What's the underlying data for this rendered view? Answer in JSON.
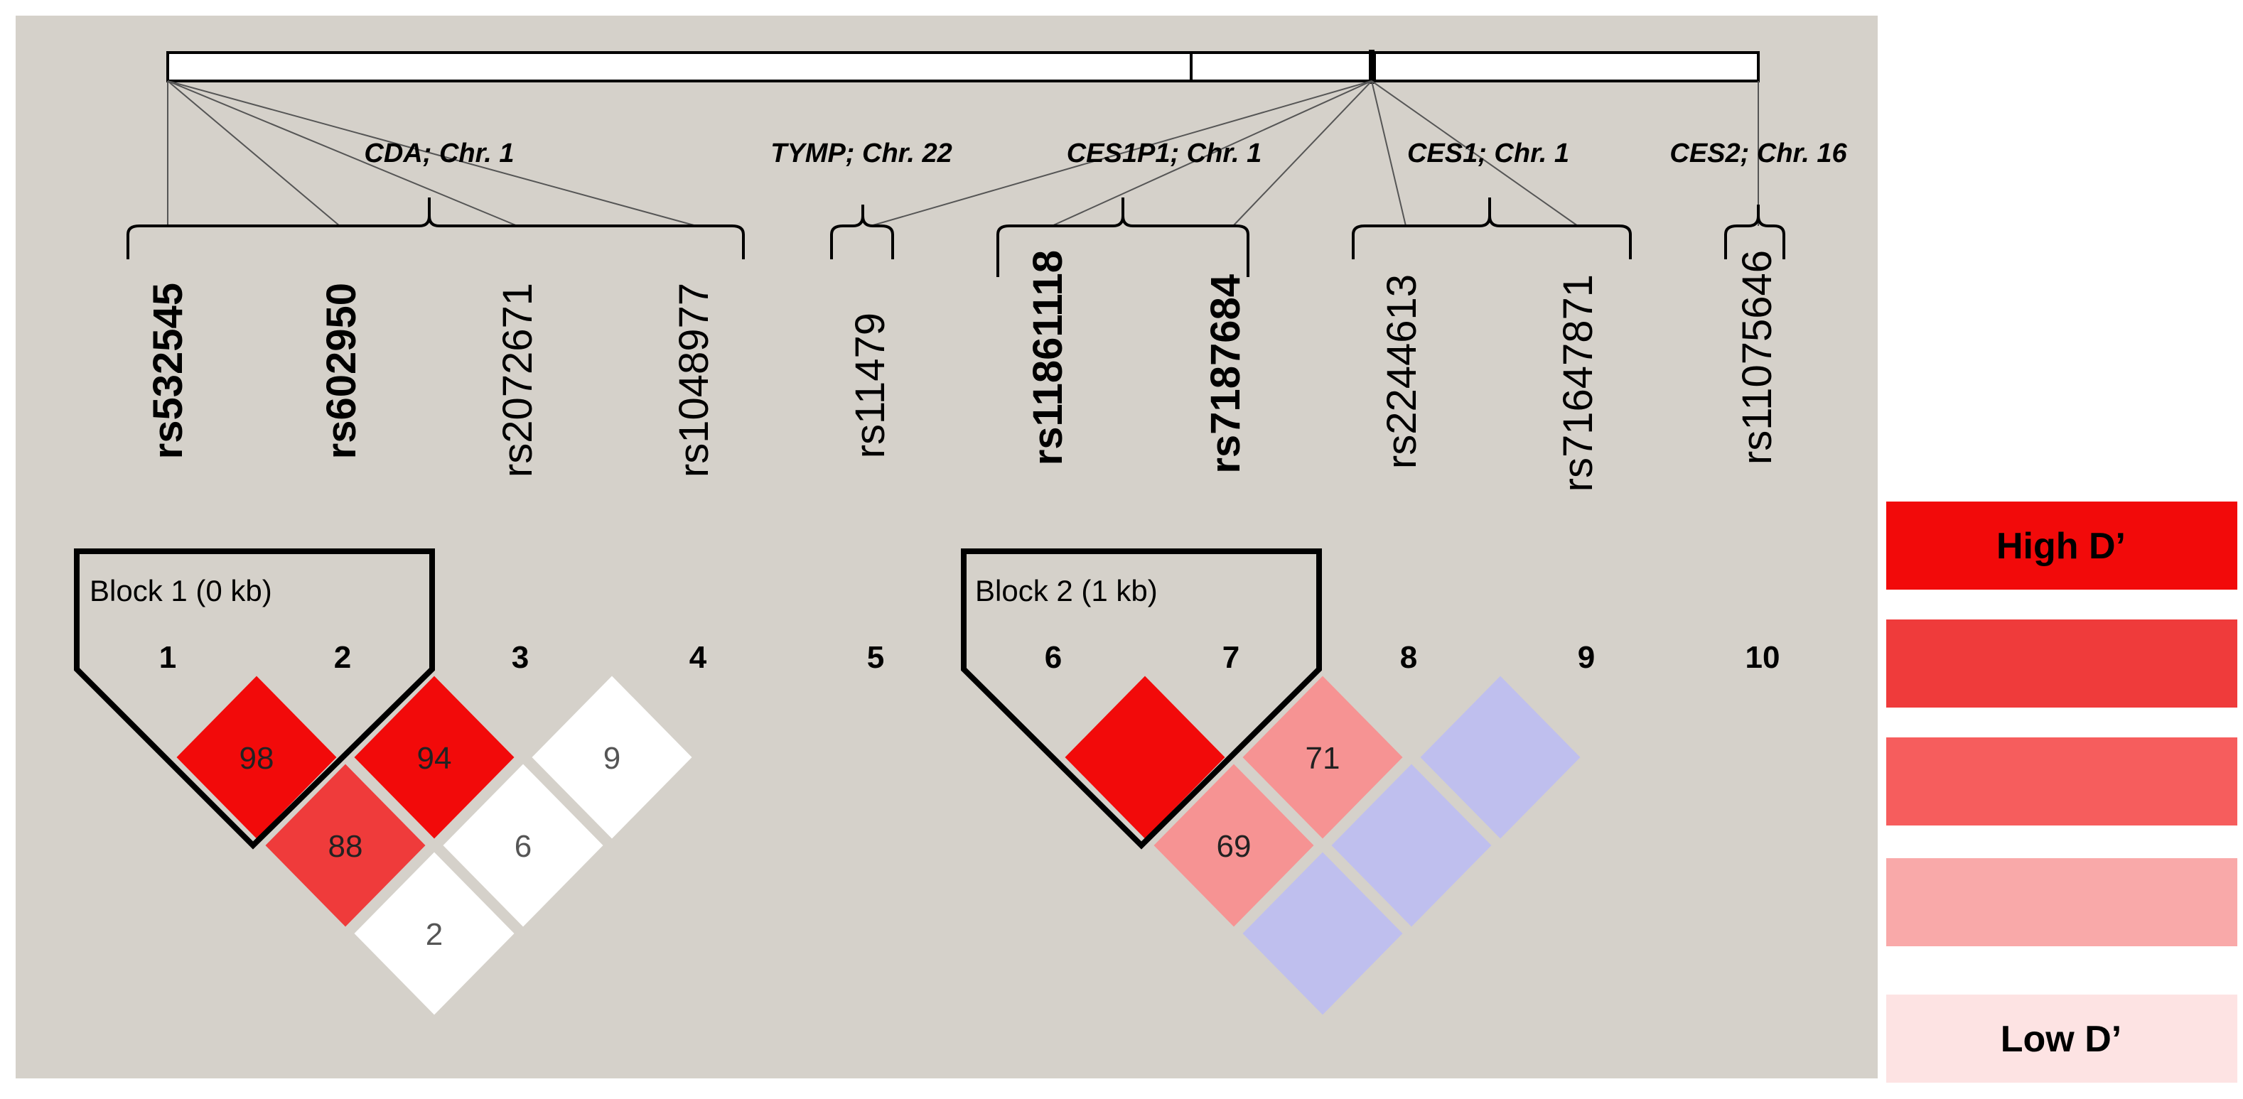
{
  "genes": [
    {
      "label": "CDA; Chr. 1"
    },
    {
      "label": "TYMP; Chr. 22"
    },
    {
      "label": "CES1P1; Chr. 1"
    },
    {
      "label": "CES1; Chr. 1"
    },
    {
      "label": "CES2; Chr. 16"
    }
  ],
  "snps": [
    {
      "num": "1",
      "id": "rs532545",
      "bold": true
    },
    {
      "num": "2",
      "id": "rs602950",
      "bold": true
    },
    {
      "num": "3",
      "id": "rs2072671",
      "bold": false
    },
    {
      "num": "4",
      "id": "rs1048977",
      "bold": false
    },
    {
      "num": "5",
      "id": "rs11479",
      "bold": false
    },
    {
      "num": "6",
      "id": "rs11861118",
      "bold": true
    },
    {
      "num": "7",
      "id": "rs7187684",
      "bold": true
    },
    {
      "num": "8",
      "id": "rs2244613",
      "bold": false
    },
    {
      "num": "9",
      "id": "rs71647871",
      "bold": false
    },
    {
      "num": "10",
      "id": "rs11075646",
      "bold": false
    }
  ],
  "blocks": [
    {
      "label": "Block 1 (0 kb)"
    },
    {
      "label": "Block 2 (1 kb)"
    }
  ],
  "ld_cells": [
    {
      "i": 1,
      "j": 2,
      "value": "98",
      "level": "high"
    },
    {
      "i": 2,
      "j": 3,
      "value": "94",
      "level": "high"
    },
    {
      "i": 3,
      "j": 4,
      "value": "9",
      "level": "white"
    },
    {
      "i": 1,
      "j": 3,
      "value": "88",
      "level": "high2"
    },
    {
      "i": 2,
      "j": 4,
      "value": "6",
      "level": "white"
    },
    {
      "i": 1,
      "j": 4,
      "value": "2",
      "level": "white"
    },
    {
      "i": 6,
      "j": 7,
      "value": "",
      "level": "high"
    },
    {
      "i": 7,
      "j": 8,
      "value": "71",
      "level": "mid"
    },
    {
      "i": 8,
      "j": 9,
      "value": "",
      "level": "blue"
    },
    {
      "i": 6,
      "j": 8,
      "value": "69",
      "level": "mid"
    },
    {
      "i": 7,
      "j": 9,
      "value": "",
      "level": "blue"
    },
    {
      "i": 6,
      "j": 9,
      "value": "",
      "level": "blue"
    }
  ],
  "legend": {
    "high_label": "High D’",
    "low_label": "Low D’",
    "colors": [
      "#f20a0a",
      "#ef3b3b",
      "#f65d5d",
      "#f9a9a9",
      "#fde3e3"
    ]
  },
  "colors": {
    "background": "#d5d1ca",
    "high": "#f20a0a",
    "high2": "#ef3b3b",
    "mid": "#f69393",
    "white": "#ffffff",
    "blue": "#bfbfee"
  }
}
